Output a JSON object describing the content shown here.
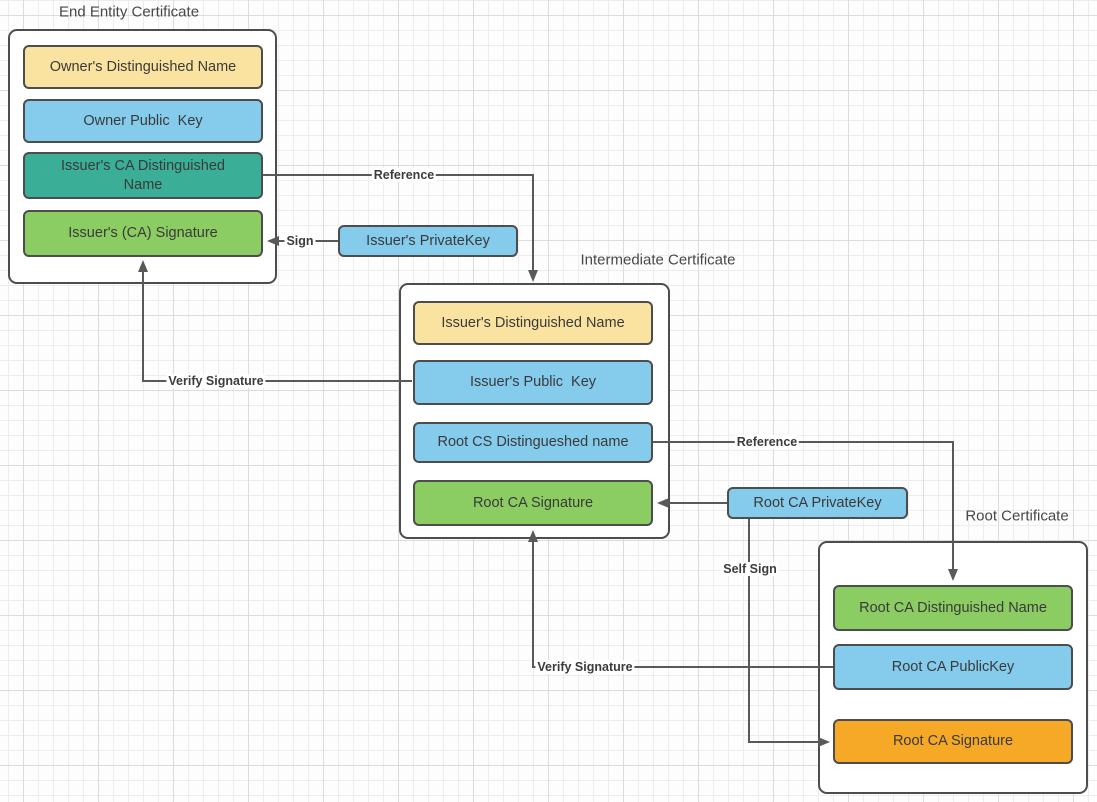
{
  "end_entity": {
    "title": "End Entity Certificate",
    "fields": {
      "owner_dn": "Owner's Distinguished Name",
      "owner_pubkey": "Owner Public  Key",
      "issuer_ca_dn": "Issuer's CA Distinguished Name",
      "issuer_ca_sig": "Issuer's (CA) Signature"
    }
  },
  "intermediate": {
    "title": "Intermediate Certificate",
    "fields": {
      "issuer_dn": "Issuer's Distinguished Name",
      "issuer_pubkey": "Issuer's Public  Key",
      "root_cs_dn": "Root CS Distingueshed name",
      "root_ca_sig": "Root CA Signature"
    }
  },
  "root": {
    "title": "Root Certificate",
    "fields": {
      "root_ca_dn": "Root CA Distinguished Name",
      "root_ca_pubkey": "Root CA PublicKey",
      "root_ca_sig": "Root CA Signature"
    }
  },
  "keys": {
    "issuer_private_key": "Issuer's PrivateKey",
    "root_private_key": "Root CA PrivateKey"
  },
  "connector_labels": {
    "reference_1": "Reference",
    "sign": "Sign",
    "verify_signature_1": "Verify Signature",
    "reference_2": "Reference",
    "self_sign": "Self Sign",
    "verify_signature_2": "Verify Signature"
  },
  "colors": {
    "yellow": "#fae3a0",
    "blue": "#85cbec",
    "teal": "#3bae97",
    "green": "#8bcd63",
    "orange": "#f6a827",
    "stroke": "#4d4d4d",
    "line": "#595959"
  }
}
